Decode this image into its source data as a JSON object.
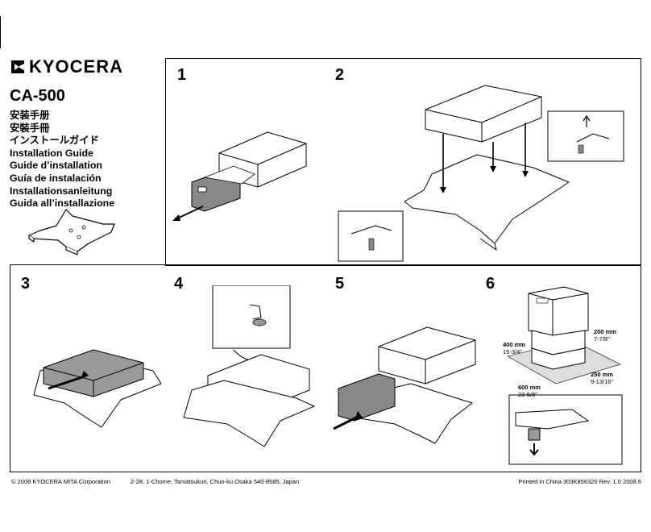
{
  "brand": "KYOCERA",
  "model": "CA-500",
  "titles": [
    "安装手册",
    "安裝手冊",
    "インストールガイド",
    "Installation Guide",
    "Guide d’installation",
    "Guía de instalación",
    "Installationsanleitung",
    "Guida all’installazione"
  ],
  "steps": [
    "1",
    "2",
    "3",
    "4",
    "5",
    "6"
  ],
  "dimensions": {
    "top": {
      "metric": "200 mm",
      "imperial": "7-7/8\""
    },
    "left": {
      "metric": "400 mm",
      "imperial": "15-3/4\""
    },
    "right": {
      "metric": "250 mm",
      "imperial": "9-13/16\""
    },
    "bottom": {
      "metric": "600 mm",
      "imperial": "23-5/8\""
    }
  },
  "footer": {
    "copyright": "© 2008 KYOCERA MITA Corporation",
    "address": "2-28, 1-Chome, Tamatsukuri, Chuo-ku Osaka 540-8585, Japan",
    "printed": "Printed in China  303K856320  Rev. 1.0  2008.6"
  }
}
